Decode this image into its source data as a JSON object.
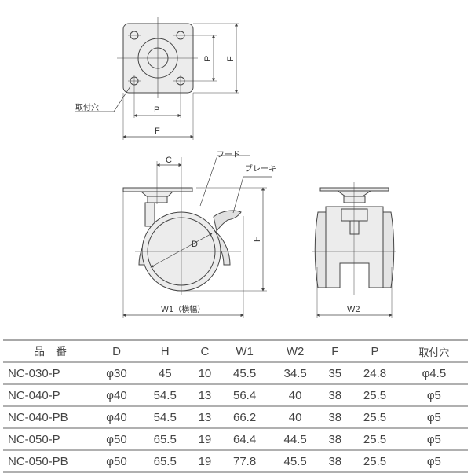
{
  "top_view": {
    "dim_P_horizontal": "P",
    "dim_F_horizontal": "F",
    "dim_P_vertical": "P",
    "dim_F_vertical": "F",
    "mounting_hole_label": "取付穴"
  },
  "side_view": {
    "dim_C": "C",
    "hood_label": "フード",
    "brake_label": "ブレーキ",
    "dim_D": "D",
    "dim_H": "H",
    "dim_W1": "W1（横幅）"
  },
  "front_view": {
    "dim_W2": "W2"
  },
  "spec_table": {
    "headers": [
      "品　番",
      "D",
      "H",
      "C",
      "W1",
      "W2",
      "F",
      "P",
      "取付穴"
    ],
    "rows": [
      [
        "NC-030-P",
        "φ30",
        "45",
        "10",
        "45.5",
        "34.5",
        "35",
        "24.8",
        "φ4.5"
      ],
      [
        "NC-040-P",
        "φ40",
        "54.5",
        "13",
        "56.4",
        "40",
        "38",
        "25.5",
        "φ5"
      ],
      [
        "NC-040-PB",
        "φ40",
        "54.5",
        "13",
        "66.2",
        "40",
        "38",
        "25.5",
        "φ5"
      ],
      [
        "NC-050-P",
        "φ50",
        "65.5",
        "19",
        "64.4",
        "44.5",
        "38",
        "25.5",
        "φ5"
      ],
      [
        "NC-050-PB",
        "φ50",
        "65.5",
        "19",
        "77.8",
        "45.5",
        "38",
        "25.5",
        "φ5"
      ]
    ]
  },
  "colors": {
    "part_fill": "#ececec",
    "line": "#444444",
    "table_rule": "#b0b0b0"
  }
}
